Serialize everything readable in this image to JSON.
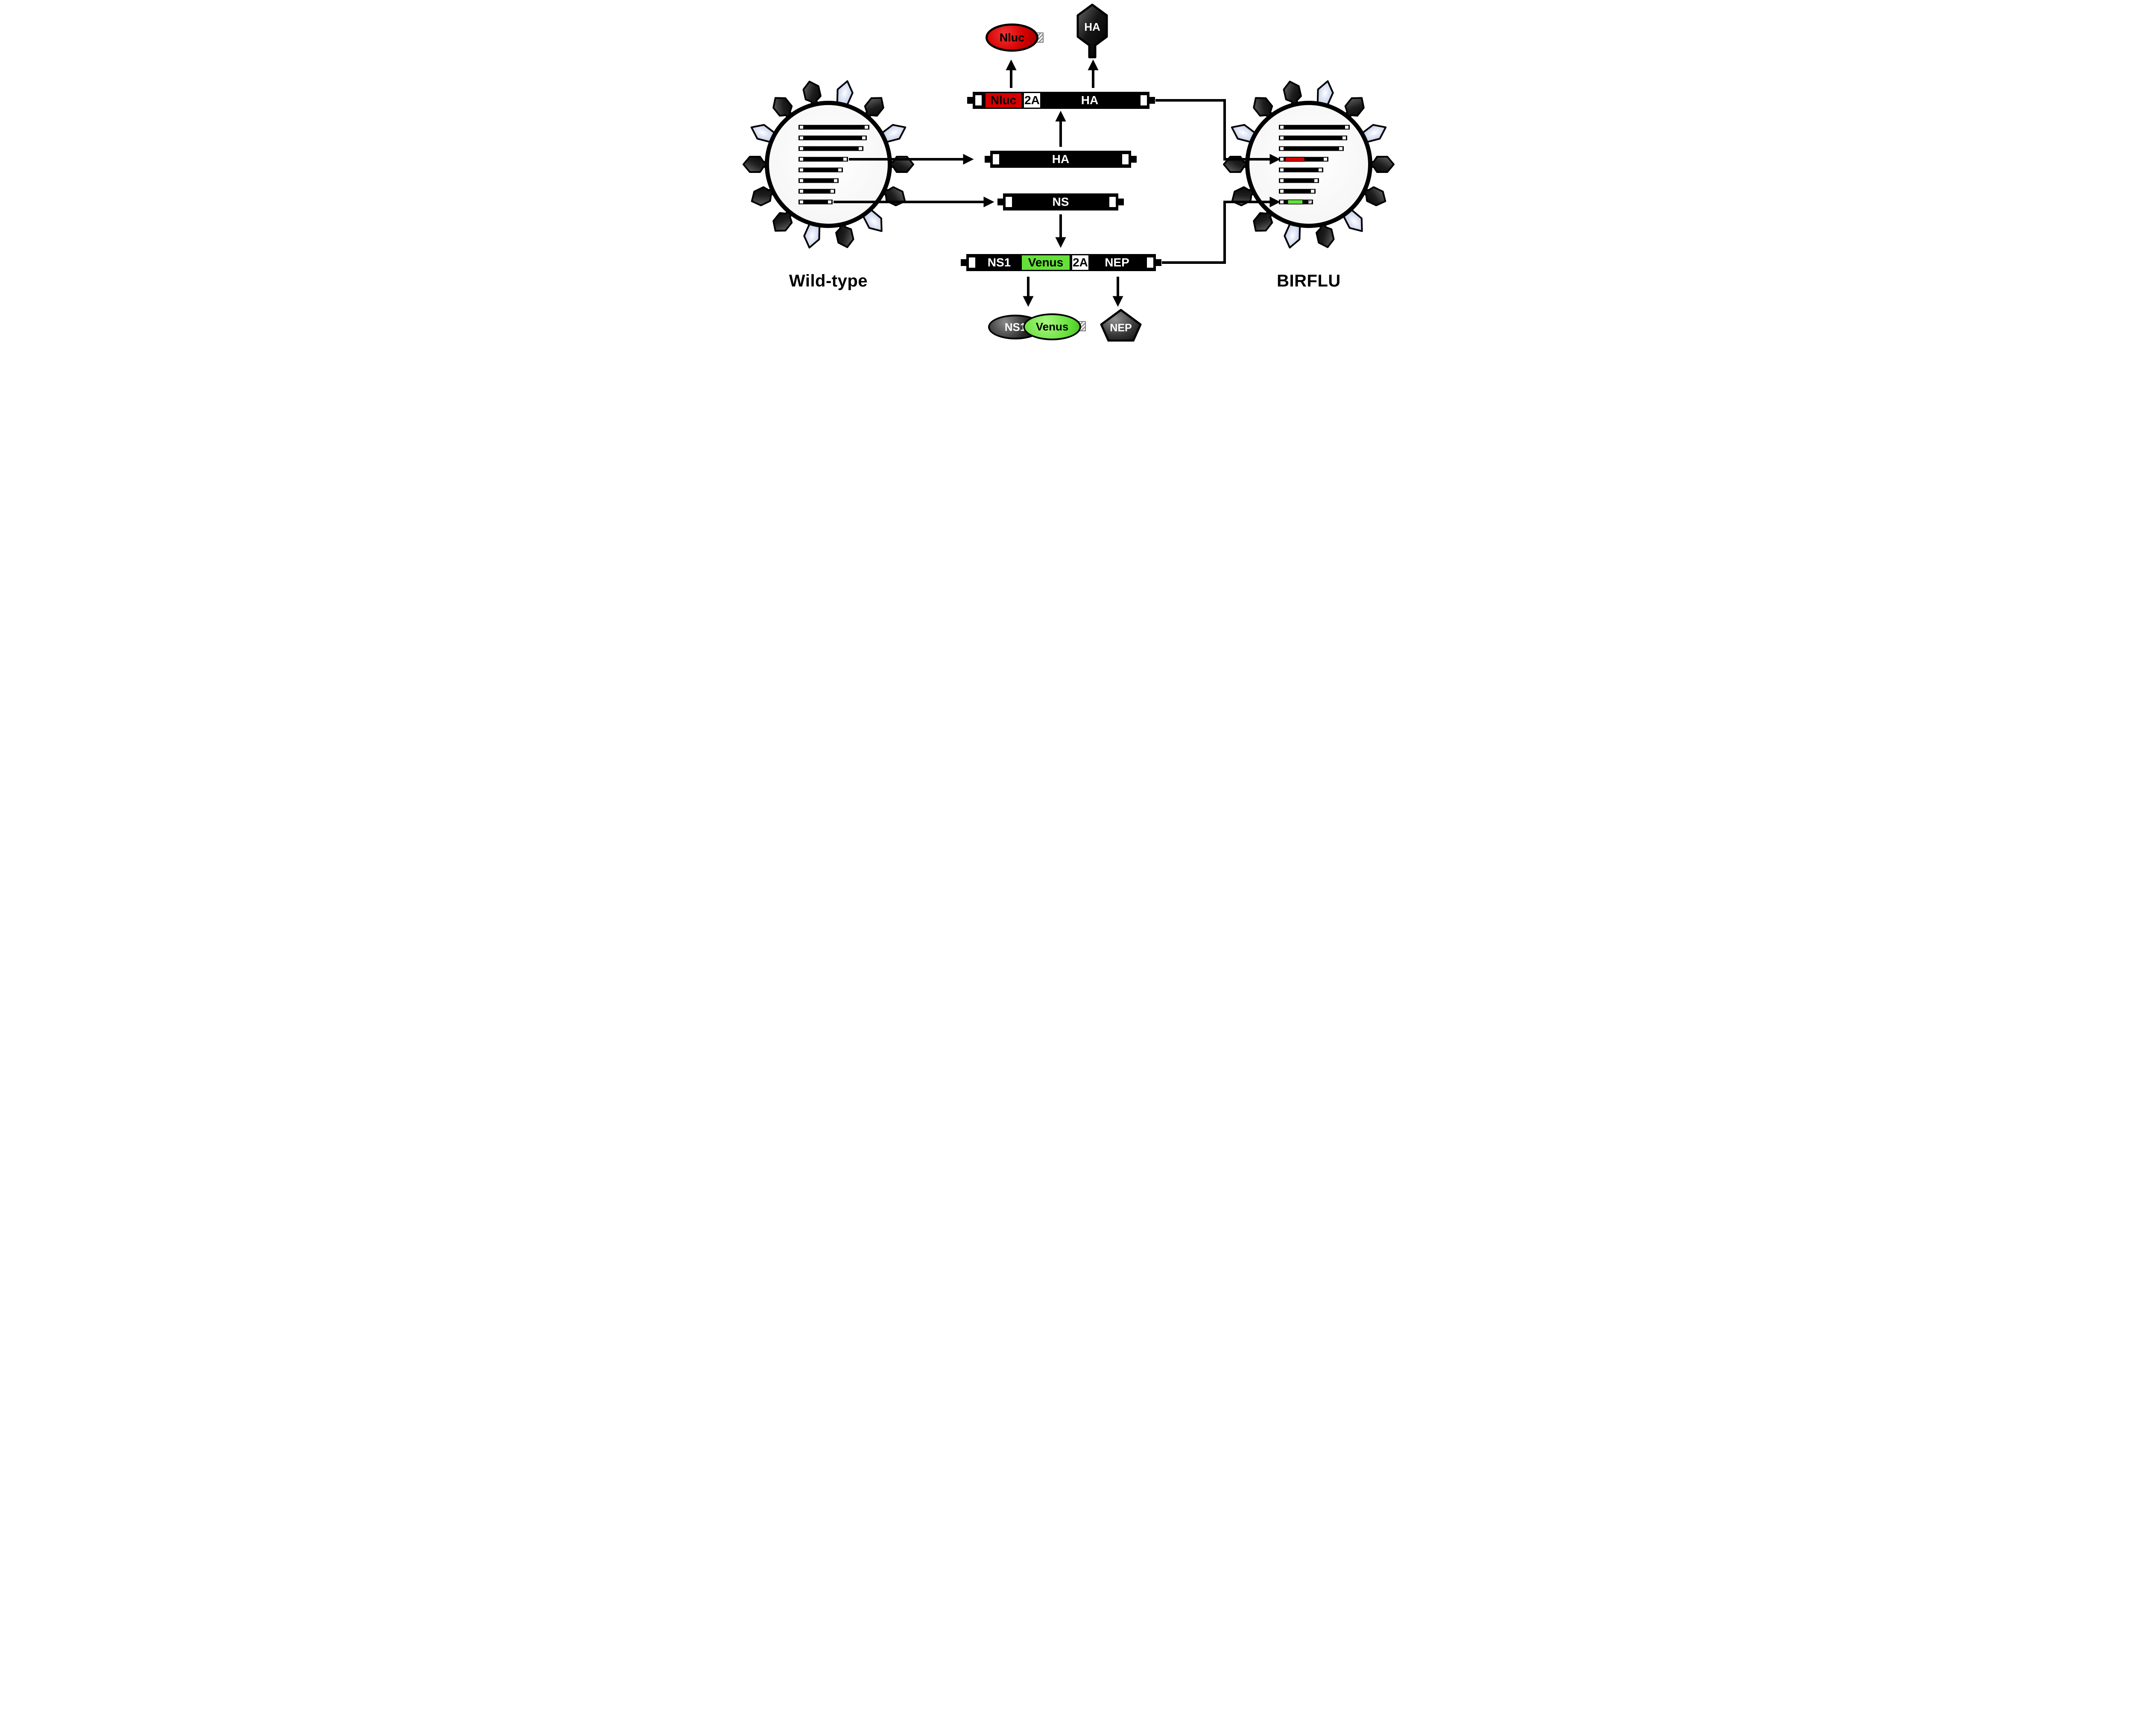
{
  "colors": {
    "nluc_red": "#d40000",
    "venus_green": "#65e03a"
  },
  "virions": {
    "wild_type": {
      "label": "Wild-type"
    },
    "birflu": {
      "label": "BIRFLU"
    },
    "segment_widths": [
      166,
      160,
      152,
      116,
      104,
      94,
      86,
      80
    ],
    "spike_pattern": [
      "dark",
      "blue",
      "dark",
      "dark",
      "blue",
      "dark",
      "blue",
      "dark",
      "dark",
      "blue",
      "dark",
      "blue",
      "dark",
      "dark"
    ],
    "birflu_inserts": [
      {
        "name": "nluc",
        "segment": 3,
        "from": 0.13,
        "to": 0.52,
        "color": "#d40000"
      },
      {
        "name": "venus",
        "segment": 7,
        "from": 0.26,
        "to": 0.7,
        "color": "#65e03a",
        "hatch_cap": true
      }
    ]
  },
  "gene_bars": {
    "ha": {
      "label": "HA"
    },
    "ns": {
      "label": "NS"
    },
    "nluc_2a_ha": {
      "nluc": "Nluc",
      "p2a": "2A",
      "ha": "HA"
    },
    "ns1_venus_2a_nep": {
      "ns1": "NS1",
      "venus": "Venus",
      "p2a": "2A",
      "nep": "NEP"
    }
  },
  "proteins": {
    "nluc": "Nluc",
    "ha": "HA",
    "ns1": "NS1",
    "venus": "Venus",
    "nep": "NEP"
  }
}
